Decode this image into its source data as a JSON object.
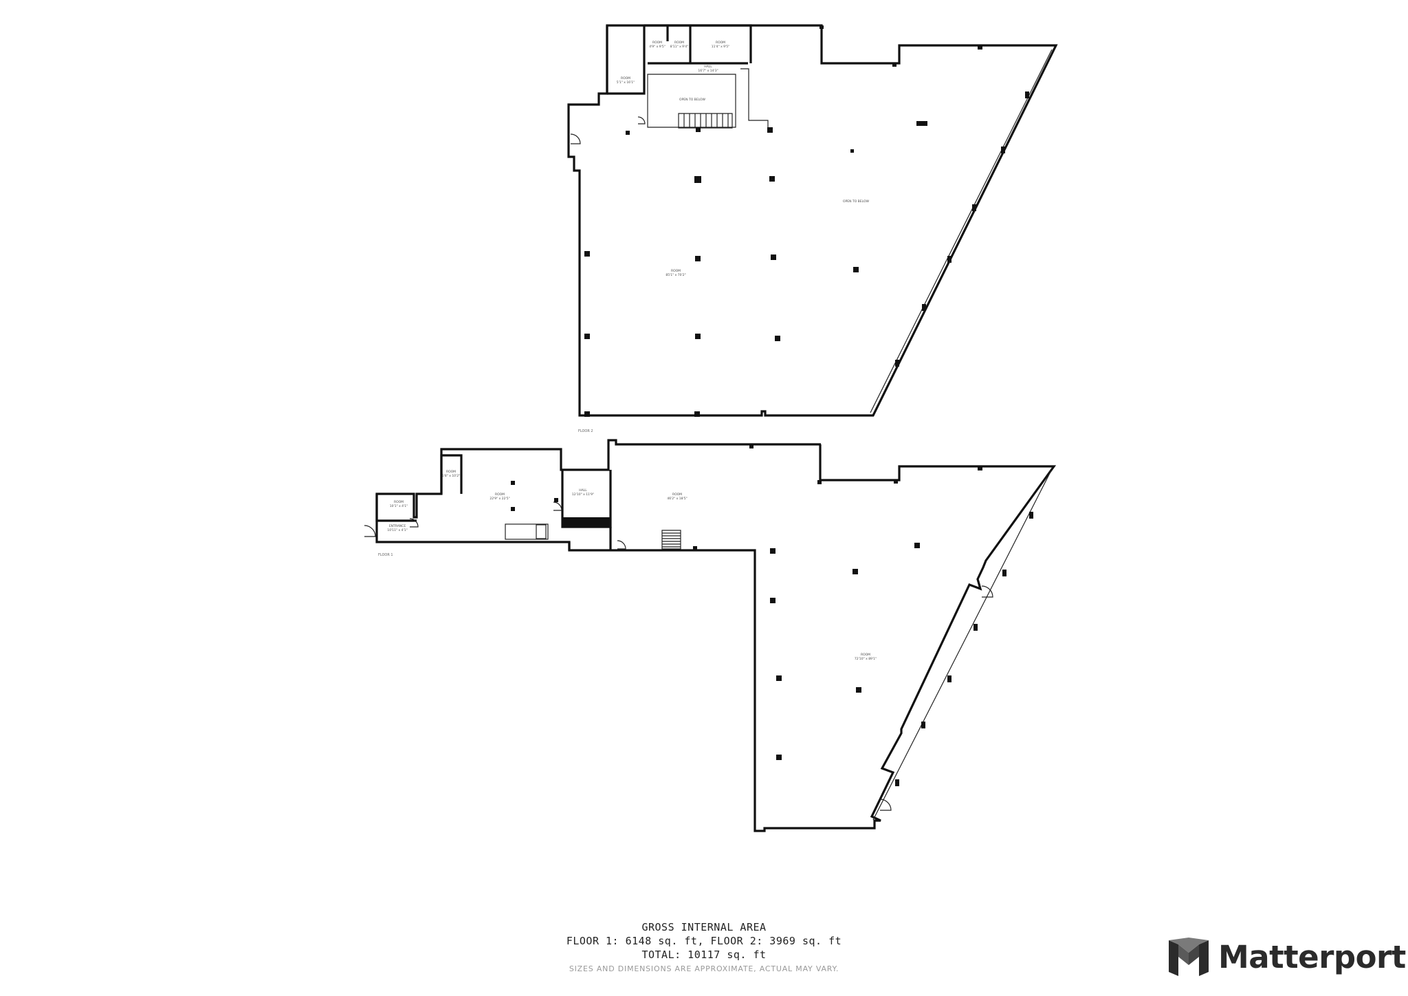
{
  "floors": {
    "floor2_caption": "FLOOR 2",
    "floor1_caption": "FLOOR 1"
  },
  "rooms": [
    {
      "name": "ROOM",
      "dim": "5'1\" x 16'1\""
    },
    {
      "name": "ROOM",
      "dim": "4'9\" x 9'5\""
    },
    {
      "name": "ROOM",
      "dim": "8'11\" x 9'4\""
    },
    {
      "name": "ROOM",
      "dim": "11'4\" x 9'5\""
    },
    {
      "name": "HALL",
      "dim": "16'7\" x 14'3\""
    },
    {
      "name": "OPEN TO BELOW",
      "dim": ""
    },
    {
      "name": "OPEN TO BELOW",
      "dim": ""
    },
    {
      "name": "ROOM",
      "dim": "85'1\" x 70'2\""
    },
    {
      "name": "ROOM",
      "dim": "5'8\" x 10'2\""
    },
    {
      "name": "ROOM",
      "dim": "10'1\" x 4'1\""
    },
    {
      "name": "ENTRANCE",
      "dim": "10'11\" x 4'1\""
    },
    {
      "name": "ROOM",
      "dim": "22'9\" x 22'5\""
    },
    {
      "name": "HALL",
      "dim": "12'10\" x 11'9\""
    },
    {
      "name": "ROOM",
      "dim": "46'2\" x 18'5\""
    },
    {
      "name": "ROOM",
      "dim": "72'10\" x 89'1\""
    }
  ],
  "area": {
    "title": "GROSS INTERNAL AREA",
    "floors_line": "FLOOR 1: 6148 sq. ft, FLOOR 2: 3969 sq. ft",
    "total_line": "TOTAL: 10117 sq. ft",
    "disclaimer": "SIZES AND DIMENSIONS ARE APPROXIMATE, ACTUAL MAY VARY."
  },
  "brand": {
    "name": "Matterport",
    "icon": "matterport-logo-icon"
  }
}
